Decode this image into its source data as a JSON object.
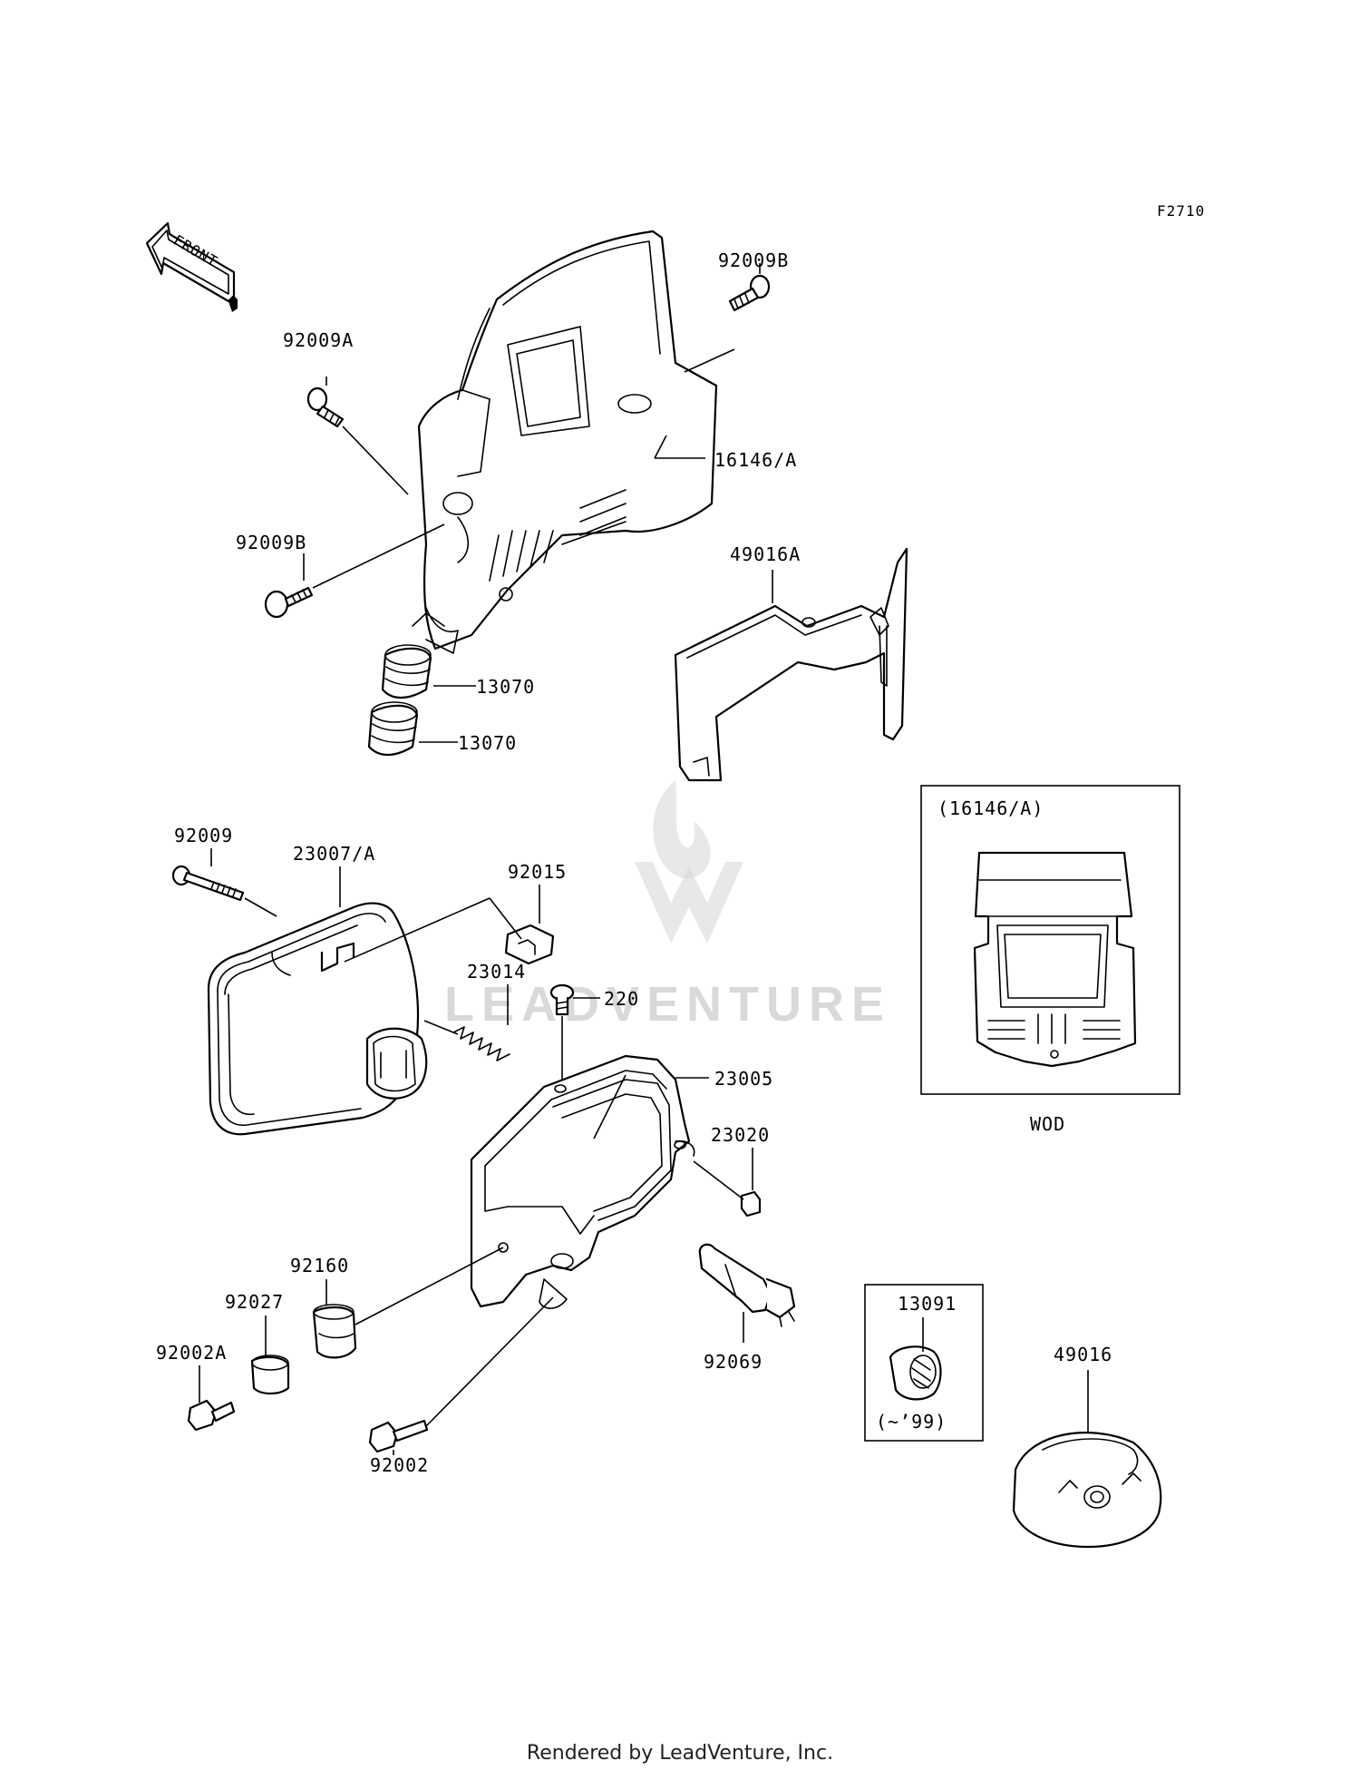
{
  "diagram": {
    "figure_code": "F2710",
    "front_arrow_label": "FRONT",
    "footer": "Rendered by LeadVenture, Inc.",
    "watermark": "LEADVENTURE",
    "parts": [
      {
        "id": "p0",
        "label": "92009B"
      },
      {
        "id": "p1",
        "label": "92009A"
      },
      {
        "id": "p2",
        "label": "16146/A"
      },
      {
        "id": "p3",
        "label": "92009B"
      },
      {
        "id": "p4",
        "label": "49016A"
      },
      {
        "id": "p5",
        "label": "13070"
      },
      {
        "id": "p6",
        "label": "13070"
      },
      {
        "id": "p7",
        "label": "92009"
      },
      {
        "id": "p8",
        "label": "23007/A"
      },
      {
        "id": "p9",
        "label": "92015"
      },
      {
        "id": "p10",
        "label": "23014"
      },
      {
        "id": "p11",
        "label": "220"
      },
      {
        "id": "p12",
        "label": "23005"
      },
      {
        "id": "p13",
        "label": "23020"
      },
      {
        "id": "p14",
        "label": "92160"
      },
      {
        "id": "p15",
        "label": "92027"
      },
      {
        "id": "p16",
        "label": "92002A"
      },
      {
        "id": "p17",
        "label": "92002"
      },
      {
        "id": "p18",
        "label": "92069"
      },
      {
        "id": "p19",
        "label": "13091"
      },
      {
        "id": "p20",
        "label": "49016"
      }
    ],
    "inset_variant": {
      "title": "(16146/A)",
      "caption": "WOD"
    },
    "inset_socket": {
      "note": "(~’99)"
    }
  }
}
